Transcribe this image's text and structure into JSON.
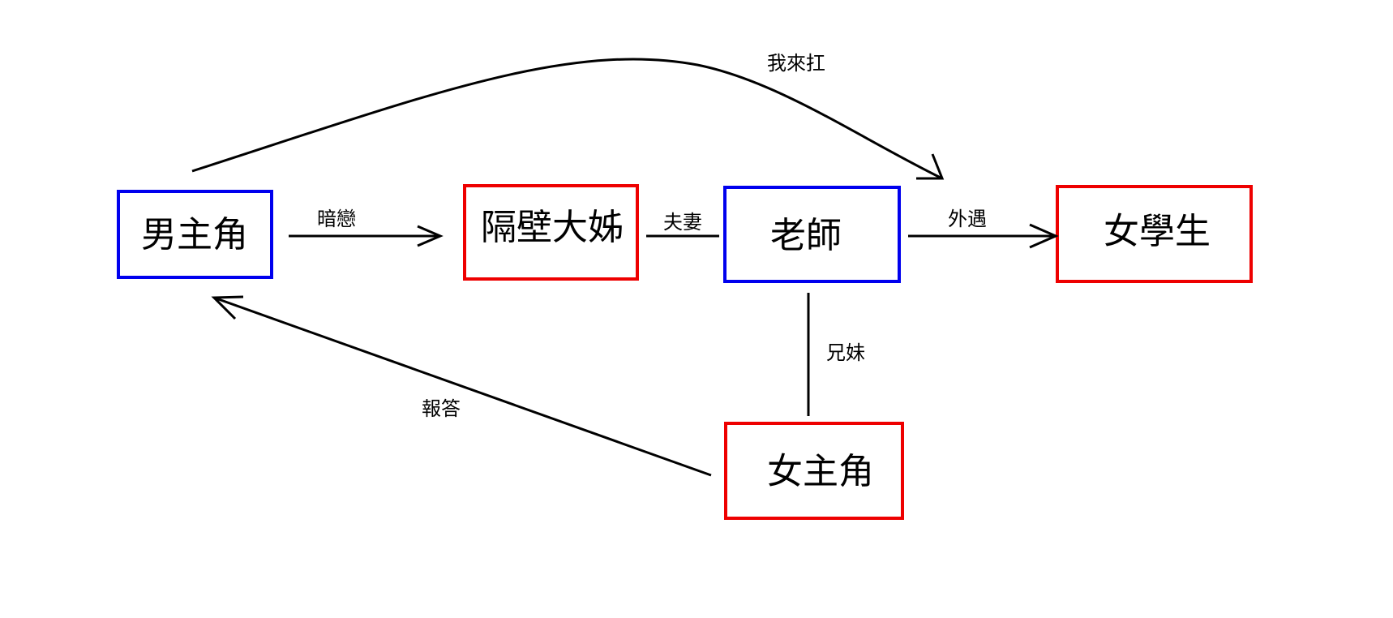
{
  "nodes": {
    "male_lead": {
      "label": "男主角",
      "color": "#0000ee"
    },
    "neighbor_sister": {
      "label": "隔壁大姊",
      "color": "#ee0000"
    },
    "teacher": {
      "label": "老師",
      "color": "#0000ee"
    },
    "female_student": {
      "label": "女學生",
      "color": "#ee0000"
    },
    "female_lead": {
      "label": "女主角",
      "color": "#ee0000"
    }
  },
  "edges": {
    "secret_love": "暗戀",
    "spouses": "夫妻",
    "affair": "外遇",
    "siblings": "兄妹",
    "repay": "報答",
    "take_the_blame": "我來扛"
  }
}
